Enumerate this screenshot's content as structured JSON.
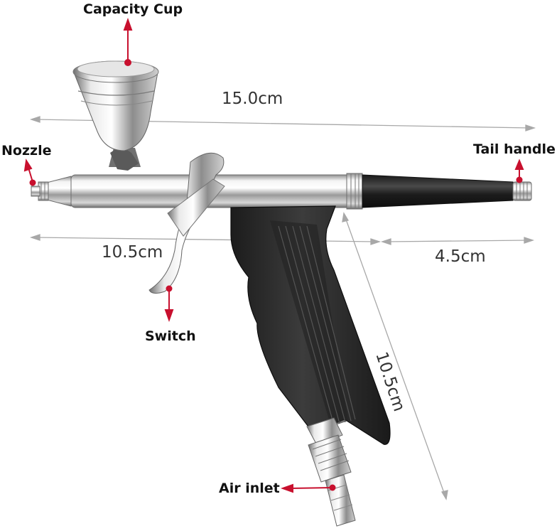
{
  "labels": {
    "capacity_cup": "Capacity Cup",
    "nozzle": "Nozzle",
    "tail_handle": "Tail handle",
    "switch": "Switch",
    "air_inlet": "Air inlet"
  },
  "dimensions": {
    "overall_length": "15.0cm",
    "front_length": "10.5cm",
    "rear_length": "4.5cm",
    "handle_height": "10.5cm"
  },
  "colors": {
    "arrow": "#c8102e",
    "dimension_line": "#a8a8a8",
    "grip": "#2a2a2a",
    "chrome": "#c9c9c9"
  }
}
